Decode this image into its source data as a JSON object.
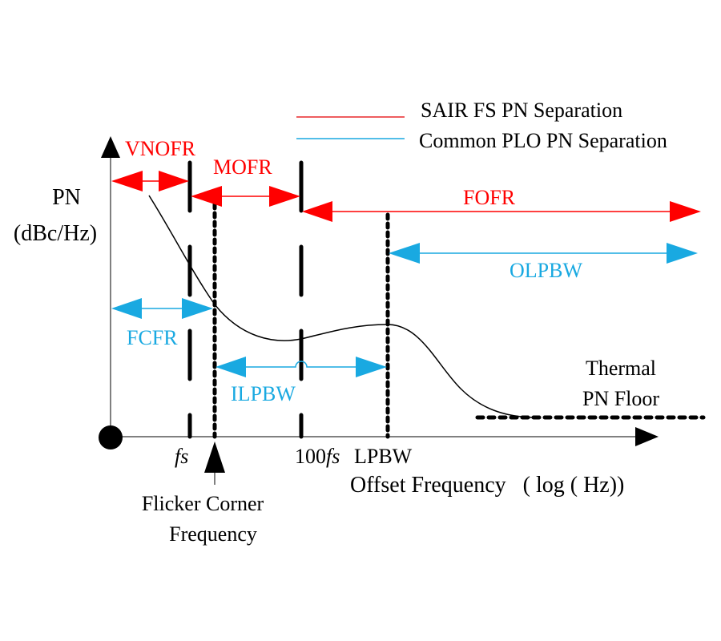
{
  "legend": {
    "items": [
      {
        "label": "SAIR FS PN Separation",
        "color": "#e8282b"
      },
      {
        "label": "Common PLO PN Separation",
        "color": "#19a9e1"
      }
    ]
  },
  "axes": {
    "y_label_line1": "PN",
    "y_label_line2": "(dBc/Hz)",
    "x_label": "Offset Frequency   ( log ( Hz))"
  },
  "ticks": {
    "fs": "fs",
    "hundred_fs_num": "100",
    "hundred_fs_sym": "fs",
    "lpbw": "LPBW"
  },
  "annotations": {
    "flicker_line1": "Flicker Corner",
    "flicker_line2": "Frequency",
    "thermal_line1": "Thermal",
    "thermal_line2": "PN Floor"
  },
  "ranges": {
    "red": [
      {
        "id": "vnofr",
        "label": "VNOFR"
      },
      {
        "id": "mofr",
        "label": "MOFR"
      },
      {
        "id": "fofr",
        "label": "FOFR"
      }
    ],
    "blue": [
      {
        "id": "fcfr",
        "label": "FCFR"
      },
      {
        "id": "ilpbw",
        "label": "ILPBW"
      },
      {
        "id": "olpbw",
        "label": "OLPBW"
      }
    ]
  },
  "colors": {
    "red": "#ff0000",
    "blue": "#19a9e1",
    "axis": "#808080",
    "black": "#000000"
  }
}
